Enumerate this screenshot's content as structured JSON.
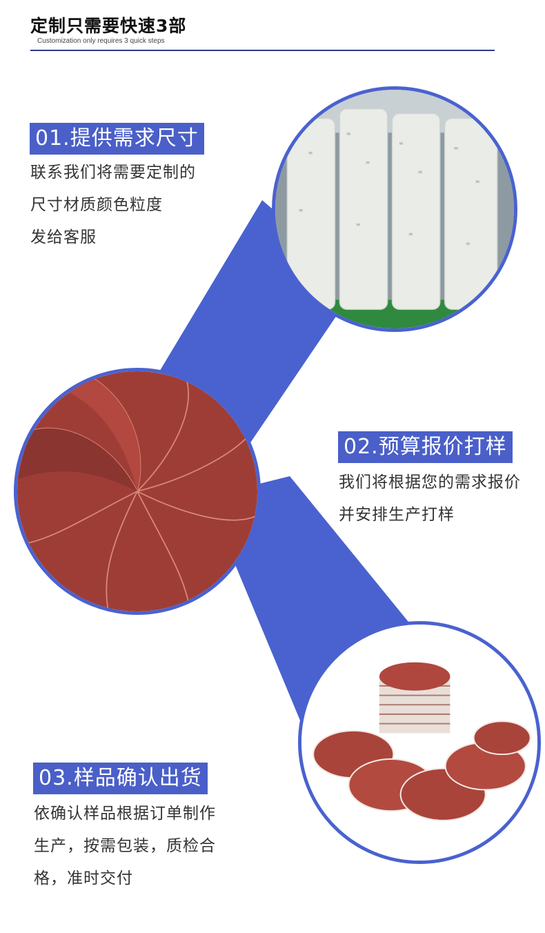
{
  "header": {
    "title": "定制只需要快速3部",
    "subtitle": "Customization only requires 3 quick steps"
  },
  "colors": {
    "accent": "#4a62cf",
    "badge": "#4a5fc8",
    "header_line": "#2c3a8c",
    "sandpaper": "#a8423a"
  },
  "steps": [
    {
      "badge": "01.提供需求尺寸",
      "lines": [
        "联系我们将需要定制的",
        "尺寸材质颜色粒度",
        "发给客服"
      ],
      "image": "sandpaper-rolls-photo"
    },
    {
      "badge": "02.预算报价打样",
      "lines": [
        "我们将根据您的需求报价",
        "并安排生产打样"
      ],
      "image": "sanding-discs-spiral-photo"
    },
    {
      "badge": "03.样品确认出货",
      "lines": [
        "依确认样品根据订单制作",
        "生产，按需包装，质检合",
        "格，准时交付"
      ],
      "image": "sanding-discs-stack-photo"
    }
  ]
}
